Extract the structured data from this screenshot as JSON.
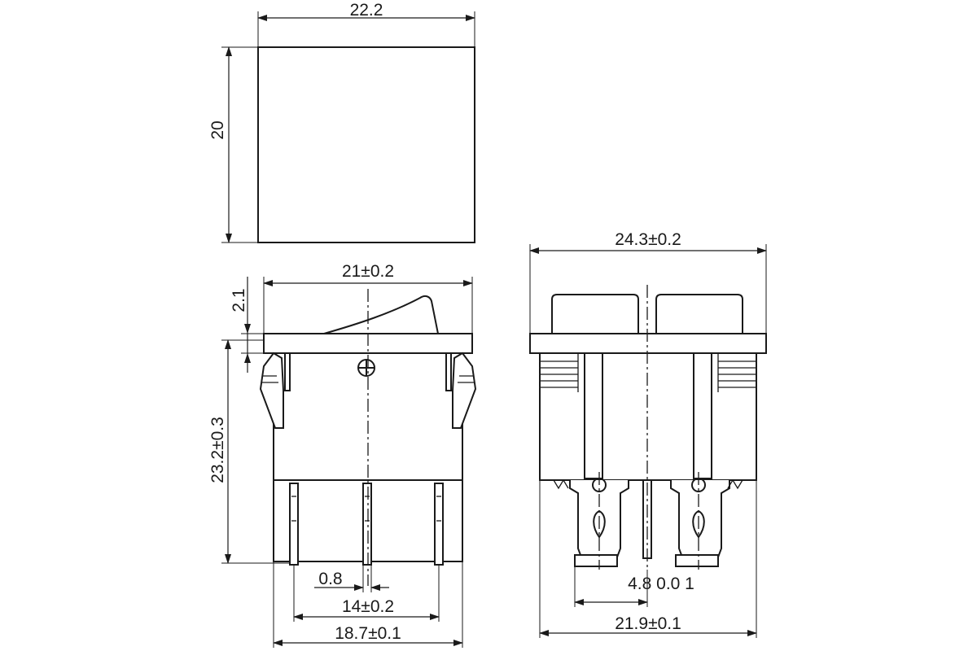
{
  "top_view": {
    "width_label": "22.2",
    "height_label": "20"
  },
  "side_view": {
    "rocker_width_label": "21±0.2",
    "rocker_height_label": "2.1",
    "body_height_label": "23.2±0.3",
    "pin_thickness_label": "0.8",
    "pin_pitch_label": "14±0.2",
    "body_width_label": "18.7±0.1"
  },
  "front_view": {
    "flange_width_label": "24.3±0.2",
    "tab_width_label": "4.8 0.0 1",
    "body_width_label": "21.9±0.1"
  },
  "icons": {
    "arrow": "arrowhead-icon",
    "pivot": "pivot-crosshair-icon"
  }
}
